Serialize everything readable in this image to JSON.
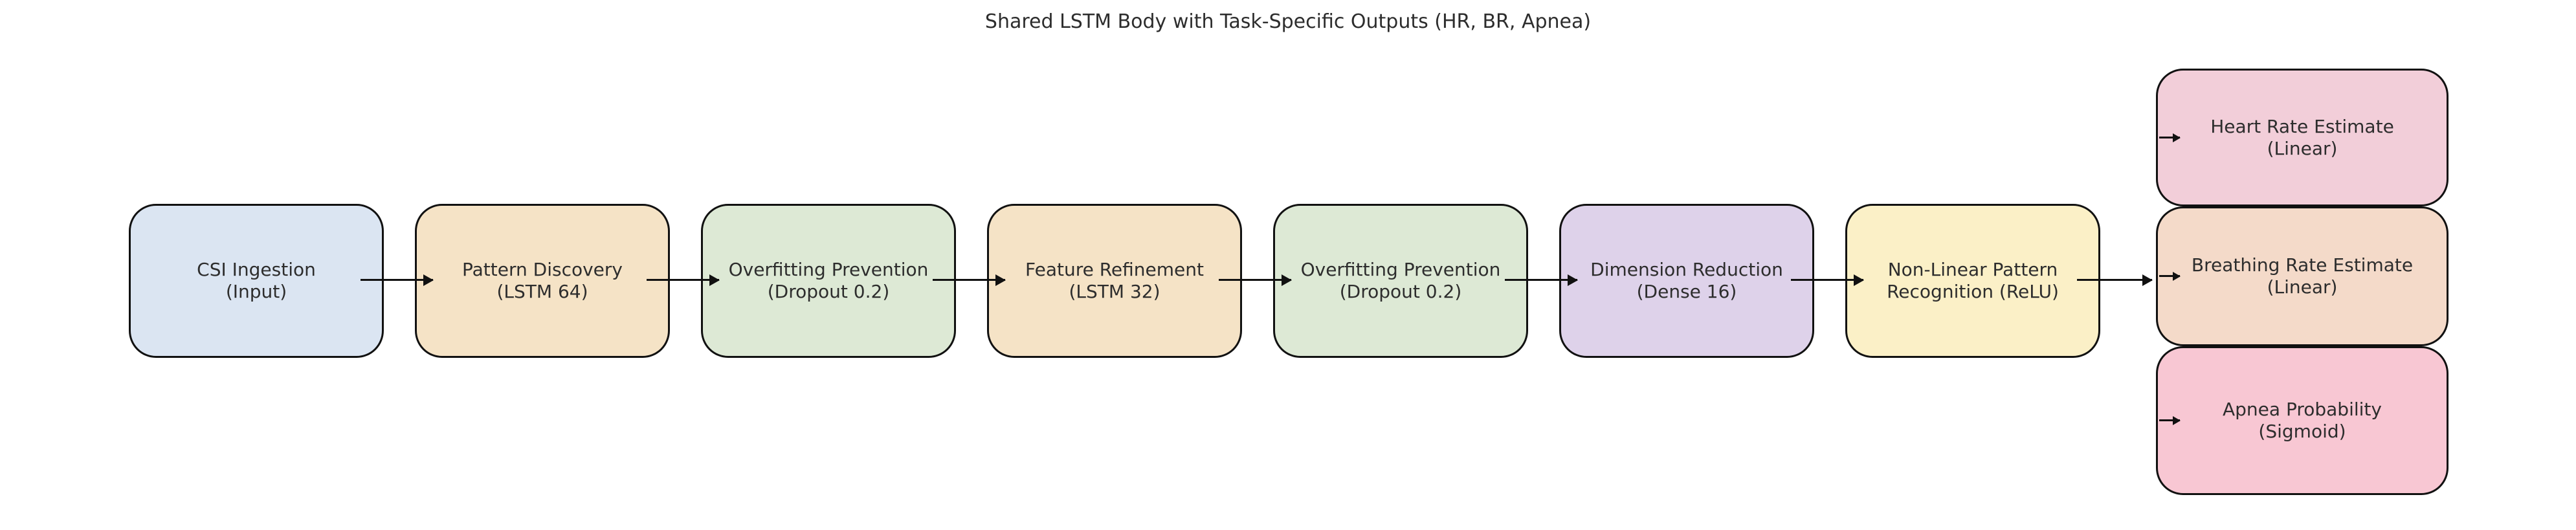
{
  "title": "Shared LSTM Body with Task-Specific Outputs (HR, BR, Apnea)",
  "diagram": {
    "border_color": "#111111",
    "text_color": "#2d2d2d",
    "main_flow": [
      {
        "line1": "CSI Ingestion",
        "line2": "(Input)",
        "color": "#dbe5f2"
      },
      {
        "line1": "Pattern Discovery",
        "line2": "(LSTM 64)",
        "color": "#f5e3c6"
      },
      {
        "line1": "Overfitting Prevention",
        "line2": "(Dropout 0.2)",
        "color": "#dde9d5"
      },
      {
        "line1": "Feature Refinement",
        "line2": "(LSTM 32)",
        "color": "#f5e3c6"
      },
      {
        "line1": "Overfitting Prevention",
        "line2": "(Dropout 0.2)",
        "color": "#dde9d5"
      },
      {
        "line1": "Dimension Reduction",
        "line2": "(Dense 16)",
        "color": "#ded2ea"
      },
      {
        "line1": "Non-Linear Pattern",
        "line2": "Recognition (ReLU)",
        "color": "#fbf0c7"
      }
    ],
    "outputs": [
      {
        "line1": "Heart Rate Estimate",
        "line2": "(Linear)",
        "color": "#f2ced9"
      },
      {
        "line1": "Breathing Rate Estimate",
        "line2": "(Linear)",
        "color": "#f4dac9"
      },
      {
        "line1": "Apnea Probability",
        "line2": "(Sigmoid)",
        "color": "#f8c7d3"
      }
    ]
  }
}
